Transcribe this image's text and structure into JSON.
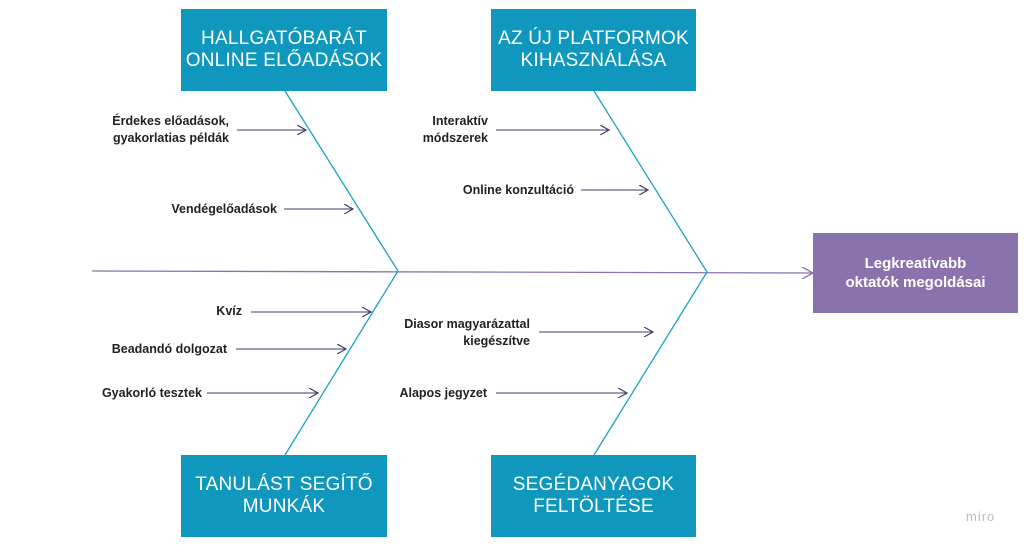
{
  "categories": {
    "top_left": "HALLGATÓBARÁT\nONLINE ELŐADÁSOK",
    "top_right": "AZ ÚJ PLATFORMOK\nKIHASZNÁLÁSA",
    "bottom_left": "TANULÁST SEGÍTŐ\nMUNKÁK",
    "bottom_right": "SEGÉDANYAGOK\nFELTÖLTÉSE"
  },
  "result": "Legkreatívabb\noktatók megoldásai",
  "causes": {
    "top_left": [
      "Érdekes előadások,\ngyakorlatias példák",
      "Vendégelőadások"
    ],
    "top_right": [
      "Interaktív\nmódszerek",
      "Online konzultáció"
    ],
    "bottom_left": [
      "Kvíz",
      "Beadandó dolgozat",
      "Gyakorló tesztek"
    ],
    "bottom_right": [
      "Diasor magyarázattal\nkiegészítve",
      "Alapos jegyzet"
    ]
  },
  "watermark": "miro",
  "colors": {
    "category_box": "#1097be",
    "result_box": "#8a73ad",
    "bone_line": "#1aa0c8",
    "spine_line": "#8a73ad",
    "arrow_line": "#3a3f66"
  }
}
